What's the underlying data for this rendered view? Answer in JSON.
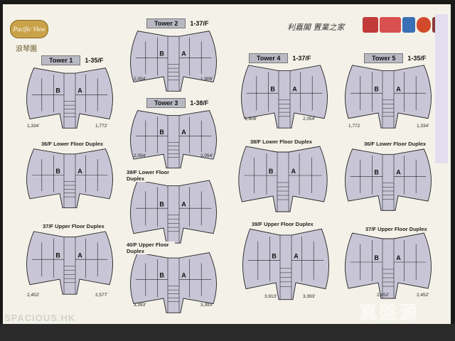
{
  "header": {
    "logo_text": "Pacific View",
    "logo_chinese": "浪琴園",
    "brand_text": "利嘉閣 置業之家"
  },
  "colors": {
    "background": "#f4f2e8",
    "plan_fill": "#c8c6d6",
    "plan_stroke": "#222222",
    "tower_label": "#b9b9c4",
    "footer": "#2a2a2a"
  },
  "towers": [
    {
      "name": "Tower 1",
      "floors": "1-35/F"
    },
    {
      "name": "Tower 2",
      "floors": "1-37/F"
    },
    {
      "name": "Tower 3",
      "floors": "1-38/F"
    },
    {
      "name": "Tower 4",
      "floors": "1-37/F"
    },
    {
      "name": "Tower 5",
      "floors": "1-35/F"
    }
  ],
  "plans": {
    "t1_typical": {
      "left_area": "1,334'",
      "right_area": "1,772'"
    },
    "t1_36": {
      "title": "36/F Lower Floor Duplex"
    },
    "t1_37": {
      "title": "37/F Upper Floor Duplex",
      "left_area": "2,452'",
      "right_area": "2,577'"
    },
    "t2_typical": {
      "left_area": "2,054'",
      "right_area": "1,906'"
    },
    "t3_typical": {
      "left_area": "2,054'",
      "right_area": "2,054'"
    },
    "t3_39": {
      "title": "39/F Lower Floor Duplex"
    },
    "t3_40": {
      "title": "40/F Upper Floor Duplex",
      "left_area": "3,393'",
      "right_area": "3,393'"
    },
    "t4_typical": {
      "left_area": "1,906'",
      "right_area": "2,054'"
    },
    "t4_38": {
      "title": "38/F Lower Floor Duplex"
    },
    "t4_39": {
      "title": "39/F Upper Floor Duplex",
      "left_area": "3,913'",
      "right_area": "3,393'"
    },
    "t5_typical": {
      "left_area": "1,772",
      "right_area": "1,334'"
    },
    "t5_36": {
      "title": "36/F Lower Floor Duplex"
    },
    "t5_37": {
      "title": "37/F Upper Floor Duplex",
      "left_area": "2,452'",
      "right_area": "2,452'"
    }
  },
  "watermarks": {
    "right": "真盤源",
    "left": "SPACIOUS.HK"
  }
}
